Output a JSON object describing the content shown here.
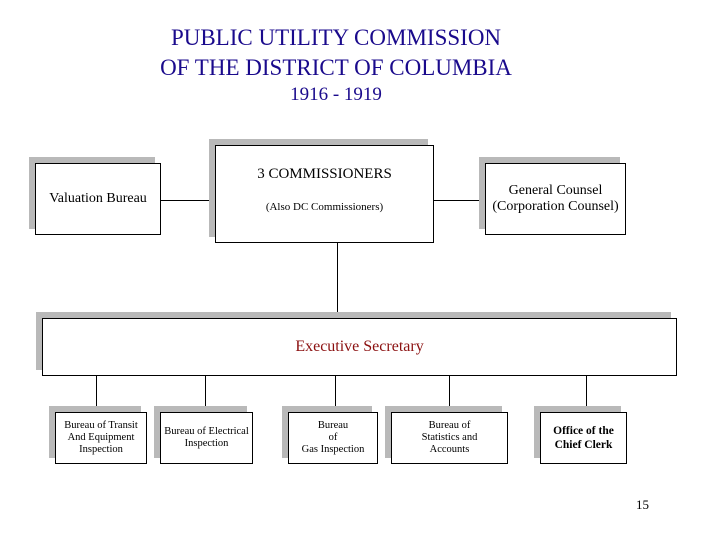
{
  "title": {
    "line1": "PUBLIC UTILITY COMMISSION",
    "line2": "OF THE DISTRICT OF COLUMBIA",
    "years": "1916 - 1919"
  },
  "nodes": {
    "commissioners": {
      "label": "3 COMMISSIONERS",
      "note": "(Also DC Commissioners)"
    },
    "valuation": {
      "label": "Valuation Bureau"
    },
    "counsel": {
      "line1": "General Counsel",
      "line2": "(Corporation Counsel)"
    },
    "executive": {
      "label": "Executive Secretary"
    },
    "bureaus": [
      {
        "lines": [
          "Bureau of Transit",
          "And Equipment",
          "Inspection"
        ]
      },
      {
        "lines": [
          "Bureau of Electrical",
          "Inspection"
        ]
      },
      {
        "lines": [
          "Bureau",
          "of",
          "Gas Inspection"
        ]
      },
      {
        "lines": [
          "Bureau of",
          "Statistics and",
          "Accounts"
        ]
      },
      {
        "lines": [
          "Office of the",
          "Chief Clerk"
        ]
      }
    ]
  },
  "colors": {
    "title": "#1a0a8c",
    "executive_text": "#8b1010",
    "box_shadow": "#b9b9b9"
  },
  "page_number": "15"
}
